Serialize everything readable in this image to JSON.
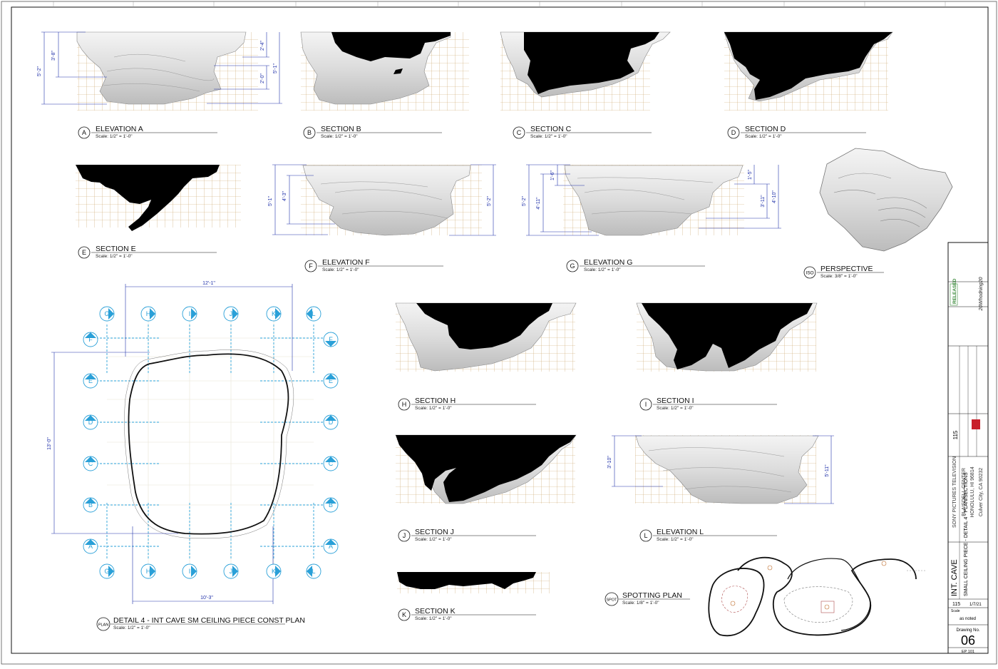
{
  "views": [
    {
      "id": "A",
      "title": "ELEVATION A",
      "scale": "Scale: 1/2\" = 1'-0\""
    },
    {
      "id": "B",
      "title": "SECTION B",
      "scale": "Scale: 1/2\" = 1'-0\""
    },
    {
      "id": "C",
      "title": "SECTION C",
      "scale": "Scale: 1/2\" = 1'-0\""
    },
    {
      "id": "D",
      "title": "SECTION D",
      "scale": "Scale: 1/2\" = 1'-0\""
    },
    {
      "id": "E",
      "title": "SECTION E",
      "scale": "Scale: 1/2\" = 1'-0\""
    },
    {
      "id": "F",
      "title": "ELEVATION F",
      "scale": "Scale: 1/2\" = 1'-0\""
    },
    {
      "id": "G",
      "title": "ELEVATION G",
      "scale": "Scale: 1/2\" = 1'-0\""
    },
    {
      "id": "ISO",
      "title": "PERSPECTIVE",
      "scale": "Scale: 3/8\" = 1'-0\""
    },
    {
      "id": "H",
      "title": "SECTION H",
      "scale": "Scale: 1/2\" = 1'-0\""
    },
    {
      "id": "I",
      "title": "SECTION I",
      "scale": "Scale: 1/2\" = 1'-0\""
    },
    {
      "id": "J",
      "title": "SECTION J",
      "scale": "Scale: 1/2\" = 1'-0\""
    },
    {
      "id": "L",
      "title": "ELEVATION L",
      "scale": "Scale: 1/2\" = 1'-0\""
    },
    {
      "id": "K",
      "title": "SECTION K",
      "scale": "Scale: 1/2\" = 1'-0\""
    },
    {
      "id": "SPOT",
      "title": "SPOTTING PLAN",
      "scale": "Scale: 1/8\" = 1'-0\""
    },
    {
      "id": "PLAN",
      "title": "DETAIL 4 - INT CAVE SM CEILING PIECE CONST PLAN",
      "scale": "Scale: 1/2\" = 1'-0\""
    }
  ],
  "dimensions": {
    "a_left": "5'-2\"",
    "a_left_inner": "3'-8\"",
    "a_right_top": "2'-4\"",
    "a_right_outer": "5'-1\"",
    "a_right_low": "2'-0\"",
    "f_left": "5'-1\"",
    "f_left_inner": "4'-3\"",
    "f_right": "5'-2\"",
    "g_left": "5'-2\"",
    "g_left_inner": "4'-11\"",
    "g_top": "1'-6\"",
    "g_right_top": "1'-5\"",
    "g_right_mid": "3'-11\"",
    "g_right": "4'-10\"",
    "l_left": "3'-10\"",
    "l_right": "5'-11\"",
    "plan_top": "12'-1\"",
    "plan_bottom": "10'-3\"",
    "plan_left": "13'-0\""
  },
  "plan_keys": {
    "top": [
      "G",
      "H",
      "I",
      "J",
      "K",
      "L"
    ],
    "sides": [
      "F",
      "E",
      "D",
      "C",
      "B",
      "A"
    ]
  },
  "title_block": {
    "project": "INT. CAVE",
    "sheet_title": "SMALL CEILING PIECE - DETAIL 4 - PLAN/SECTIONS",
    "stage": "115",
    "set_no": "115",
    "date": "1/7/21",
    "scale_label": "Scale",
    "scale_value": "as noted",
    "drawing_no_label": "Drawing No.",
    "drawing_no": "06",
    "sheet_code": "EP 101",
    "released": "RELEASED",
    "signature": "20Whodning20",
    "studio": "BLAISDELL CENTER",
    "company": "SONY PICTURES TELEVISION",
    "address": "HONOLULU, HI 96814",
    "lot": "Culver City, CA 90232"
  },
  "colors": {
    "dimension": "#2233aa",
    "key_plan": "#2aa0d8",
    "grid": "#c8a060",
    "border": "#111111"
  }
}
